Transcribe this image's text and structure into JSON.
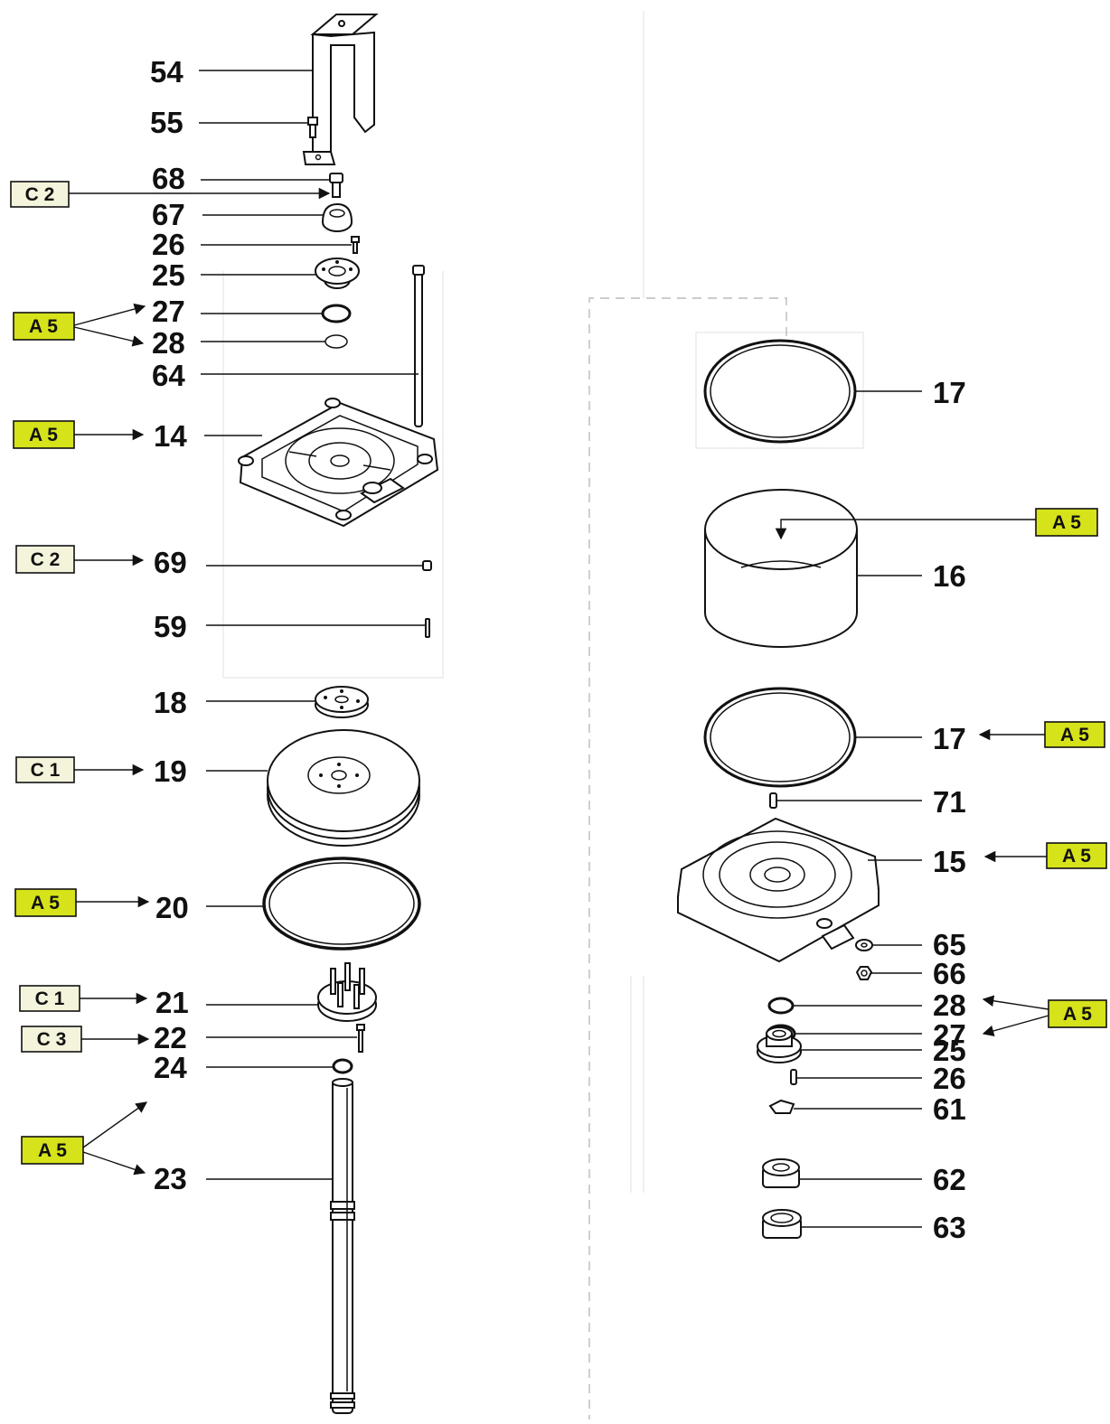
{
  "colors": {
    "tag_a": "#d6e21a",
    "tag_c": "#f4f4dc",
    "ink": "#111111"
  },
  "parts": {
    "p54": "54",
    "p55": "55",
    "p68": "68",
    "p67": "67",
    "p26a": "26",
    "p25a": "25",
    "p27a": "27",
    "p28a": "28",
    "p64": "64",
    "p14": "14",
    "p69": "69",
    "p59": "59",
    "p18": "18",
    "p19": "19",
    "p20": "20",
    "p21": "21",
    "p22": "22",
    "p24": "24",
    "p23": "23",
    "p17a": "17",
    "p16": "16",
    "p17b": "17",
    "p71": "71",
    "p15": "15",
    "p65": "65",
    "p66": "66",
    "p28b": "28",
    "p27b": "27",
    "p25b": "25",
    "p26b": "26",
    "p61": "61",
    "p62": "62",
    "p63": "63"
  },
  "tags": {
    "t_c2_68": "C 2",
    "t_a5_2728": "A 5",
    "t_a5_14": "A 5",
    "t_c2_69": "C 2",
    "t_c1_19": "C 1",
    "t_a5_20": "A 5",
    "t_c1_21": "C 1",
    "t_c3_22": "C 3",
    "t_a5_2423": "A 5",
    "t_a5_16": "A 5",
    "t_a5_17": "A 5",
    "t_a5_15": "A 5",
    "t_a5_2827": "A 5"
  }
}
